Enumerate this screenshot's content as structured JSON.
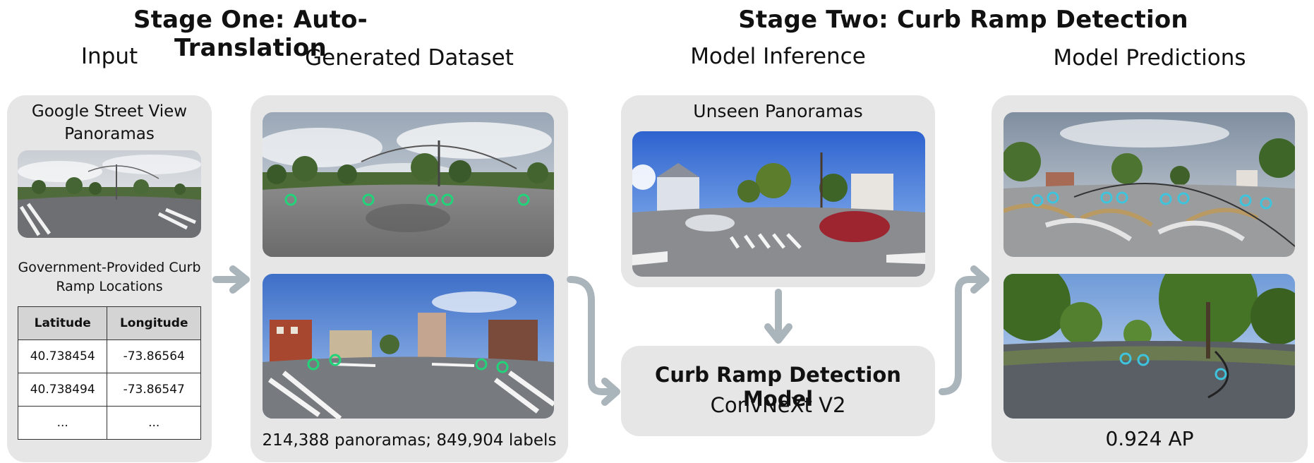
{
  "stage_one": {
    "title": "Stage One: Auto-Translation"
  },
  "stage_two": {
    "title": "Stage Two: Curb Ramp Detection"
  },
  "input": {
    "title": "Input",
    "gsv_label_line1": "Google Street View",
    "gsv_label_line2": "Panoramas",
    "gov_label_line1": "Government-Provided Curb",
    "gov_label_line2": "Ramp Locations",
    "table": {
      "headers": [
        "Latitude",
        "Longitude"
      ],
      "rows": [
        [
          "40.738454",
          "-73.86564"
        ],
        [
          "40.738494",
          "-73.86547"
        ],
        [
          "...",
          "..."
        ]
      ]
    }
  },
  "dataset": {
    "title": "Generated Dataset",
    "caption": "214,388 panoramas; 849,904 labels"
  },
  "inference": {
    "title": "Model Inference",
    "unseen_label": "Unseen Panoramas",
    "model_name": "Curb Ramp Detection Model",
    "model_arch": "ConvNeXt V2"
  },
  "predictions": {
    "title": "Model Predictions",
    "score": "0.924 AP"
  },
  "colors": {
    "panel": "#e6e6e6",
    "arrow": "#aab4bb",
    "label_marker": "#22d37a",
    "prediction_marker": "#3ec4dc"
  }
}
